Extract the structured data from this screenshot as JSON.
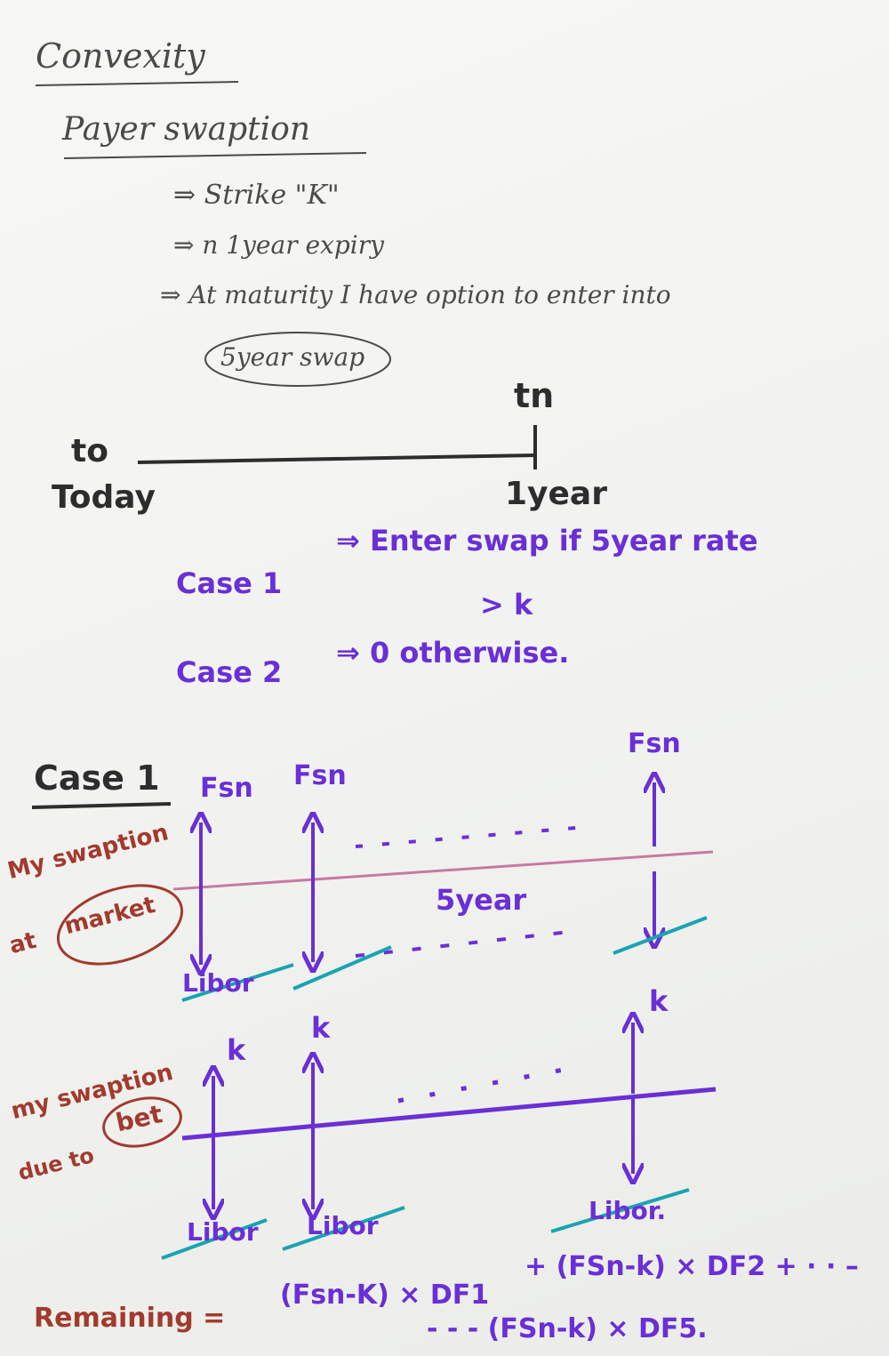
{
  "header": {
    "title": "Convexity",
    "subtitle": "Payer swaption",
    "bullet_1": "⇒ Strike \"K\"",
    "bullet_2": "⇒ n 1year expiry",
    "bullet_3": "⇒ At maturity  I have option to enter into",
    "circled": "5year swap"
  },
  "timeline": {
    "start_label": "to",
    "start_caption": "Today",
    "end_label": "tn",
    "end_caption": "1year"
  },
  "cases": {
    "case1_label": "Case 1",
    "case1_text": "⇒ Enter swap if 5year rate",
    "case1_cond": "> k",
    "case2_label": "Case 2",
    "case2_text": "⇒ 0 otherwise."
  },
  "diagram": {
    "heading": "Case 1",
    "fsn": "Fsn",
    "market_label_line1": "My swaption",
    "market_label_line2_a": "at",
    "market_label_line2_b": "market",
    "tenor": "5year",
    "libor": "Libor",
    "libor_last": "Libor.",
    "k": "k",
    "bet_label_line1": "my swaption",
    "bet_label_line2_a": "due to",
    "bet_label_line2_b": "bet"
  },
  "formula": {
    "lhs": "Remaining =",
    "term1": "(Fsn-K) × DF1",
    "term2": "+ (FSn-k) × DF2 + · · –",
    "term3": "- - - (FSn-k) × DF5."
  },
  "colors": {
    "pencil": "#4a4a4a",
    "marker": "#6a2fd6",
    "black": "#2d2d2d",
    "red": "#a23a2e",
    "teal": "#1aa3b3",
    "pink": "#c77aa0"
  }
}
